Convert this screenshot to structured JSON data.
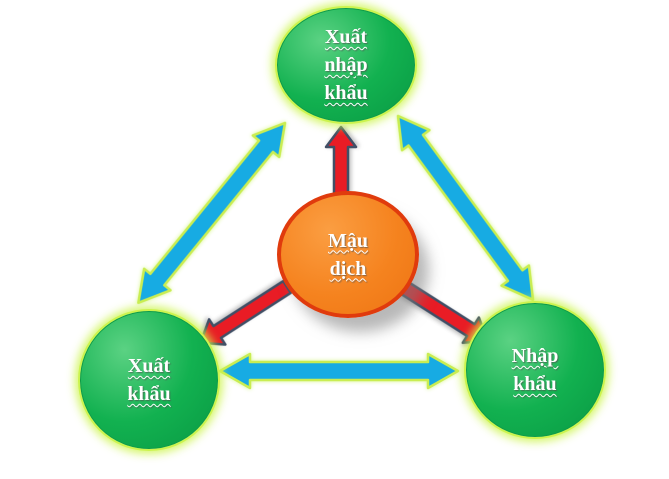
{
  "nodes": {
    "top": {
      "label": "Xuất nhập khẩu",
      "lines": [
        "Xuất",
        "nhập",
        "khẩu"
      ]
    },
    "center": {
      "label": "Mậu dịch",
      "lines": [
        "Mậu",
        "dịch"
      ]
    },
    "bottom_left": {
      "label": "Xuất khẩu",
      "lines": [
        "Xuất",
        "khẩu"
      ]
    },
    "bottom_right": {
      "label": "Nhập khẩu",
      "lines": [
        "Nhập",
        "khẩu"
      ]
    }
  },
  "relations": {
    "blue_arrows": [
      "Xuất nhập khẩu ↔ Xuất khẩu",
      "Xuất nhập khẩu ↔ Nhập khẩu",
      "Xuất khẩu ↔ Nhập khẩu"
    ],
    "red_arrows": [
      "Mậu dịch → Xuất nhập khẩu",
      "Mậu dịch → Xuất khẩu",
      "Mậu dịch → Nhập khẩu"
    ]
  },
  "colors": {
    "background": "#ffffff",
    "node_green": "#12b150",
    "node_green_light": "#5bd283",
    "node_glow": "#ccf44e",
    "node_orange": "#f5831f",
    "node_orange_light": "#fb9e42",
    "node_orange_border": "#e03b0d",
    "arrow_blue": "#17abe3",
    "arrow_blue_outline": "#c9ed52",
    "arrow_red": "#e91c25",
    "arrow_red_outline": "#414f66",
    "text": "#ffffff"
  }
}
